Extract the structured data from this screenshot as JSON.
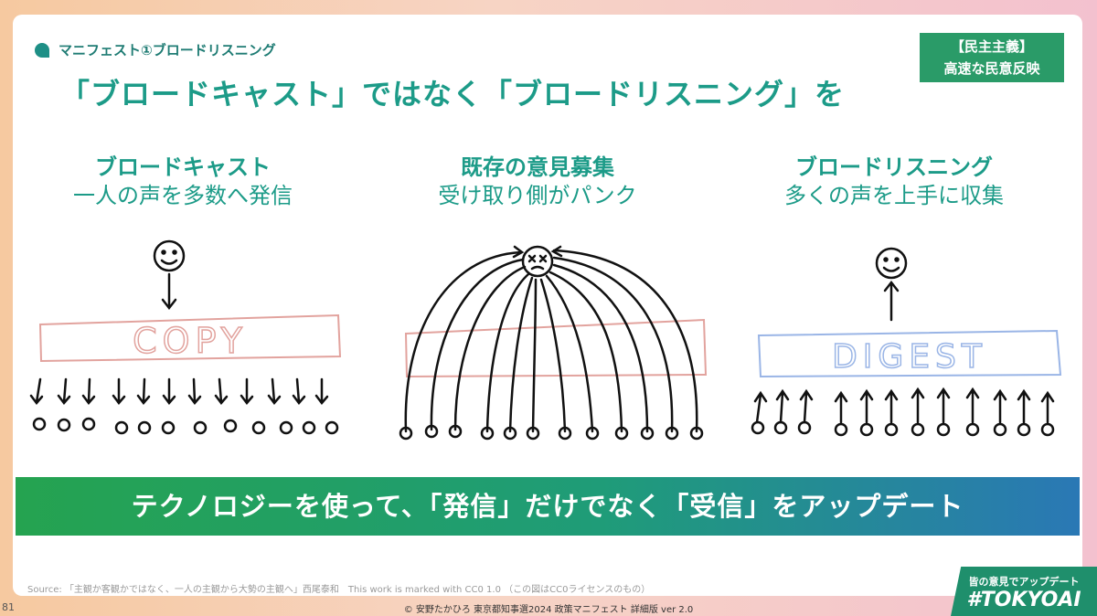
{
  "section": {
    "label": "マニフェスト①ブロードリスニング"
  },
  "tag": {
    "line1": "【民主主義】",
    "line2": "高速な民意反映"
  },
  "headline": "「ブロードキャスト」ではなく「ブロードリスニング」を",
  "columns": [
    {
      "title": "ブロードキャスト",
      "subtitle": "一人の声を多数へ発信",
      "box_label": "COPY"
    },
    {
      "title": "既存の意見募集",
      "subtitle": "受け取り側がパンク"
    },
    {
      "title": "ブロードリスニング",
      "subtitle": "多くの声を上手に収集",
      "box_label": "DIGEST"
    }
  ],
  "banner": "テクノロジーを使って、「発信」だけでなく「受信」をアップデート",
  "source": "Source: 「主観か客観かではなく、一人の主観から大勢の主観へ」西尾泰和　This work is marked with CC0 1.0 （この図はCC0ライセンスのもの）",
  "copyright": "© 安野たかひろ 東京都知事選2024 政策マニフェスト 詳細版 ver 2.0",
  "page_number": "81",
  "badge": {
    "line1": "皆の意見でアップデート",
    "line2": "#TOKYOAI"
  },
  "colors": {
    "teal": "#1c9b88",
    "box_red": "#e2a39e",
    "box_blue": "#9ab5e6",
    "tag_green": "#2a9b68"
  }
}
